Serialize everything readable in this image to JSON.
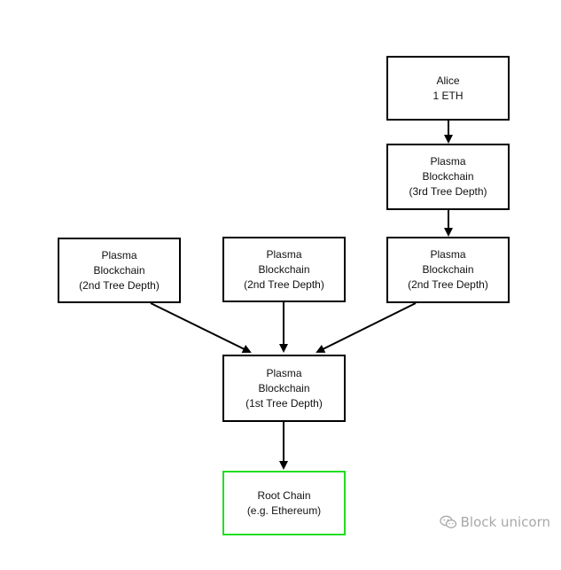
{
  "nodes": {
    "alice": {
      "line1": "Alice",
      "line2": "1 ETH"
    },
    "depth3": {
      "line1": "Plasma",
      "line2": "Blockchain",
      "line3": "(3rd Tree Depth)"
    },
    "depth2_left": {
      "line1": "Plasma",
      "line2": "Blockchain",
      "line3": "(2nd Tree Depth)"
    },
    "depth2_middle": {
      "line1": "Plasma",
      "line2": "Blockchain",
      "line3": "(2nd Tree Depth)"
    },
    "depth2_right": {
      "line1": "Plasma",
      "line2": "Blockchain",
      "line3": "(2nd Tree Depth)"
    },
    "depth1": {
      "line1": "Plasma",
      "line2": "Blockchain",
      "line3": "(1st Tree Depth)"
    },
    "root": {
      "line1": "Root Chain",
      "line2": "(e.g. Ethereum)"
    }
  },
  "edges": [
    {
      "from": "alice",
      "to": "depth3"
    },
    {
      "from": "depth3",
      "to": "depth2_right"
    },
    {
      "from": "depth2_left",
      "to": "depth1"
    },
    {
      "from": "depth2_middle",
      "to": "depth1"
    },
    {
      "from": "depth2_right",
      "to": "depth1"
    },
    {
      "from": "depth1",
      "to": "root"
    }
  ],
  "colors": {
    "node_border": "#000000",
    "root_border": "#22dd22",
    "arrow": "#000000",
    "watermark": "#a8a8a8"
  },
  "watermark": {
    "icon": "wechat-icon",
    "text": "Block unicorn"
  }
}
